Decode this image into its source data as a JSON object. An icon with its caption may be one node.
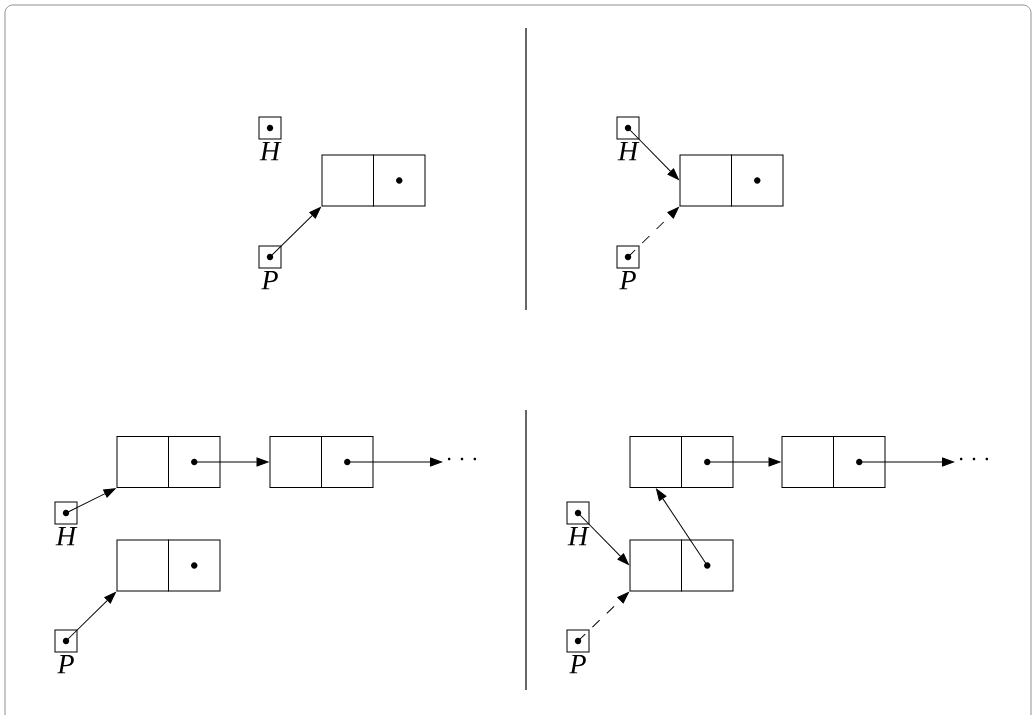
{
  "diagram": {
    "nodes": [
      {
        "text": [],
        "shape": "box",
        "beside": [
          "H"
        ]
      },
      {
        "text": [],
        "shape": "box"
      },
      {
        "text": [],
        "shape": "box",
        "beside": [
          "P"
        ]
      },
      {
        "text": [],
        "shape": "box",
        "beside": [
          "H"
        ]
      },
      {
        "text": [],
        "shape": "box"
      },
      {
        "text": [],
        "shape": "box",
        "beside": [
          "P"
        ]
      },
      {
        "text": [],
        "shape": "box"
      },
      {
        "text": [],
        "shape": "box"
      },
      {
        "text": [
          "· · ·"
        ]
      },
      {
        "text": [],
        "shape": "box",
        "beside": [
          "H"
        ]
      },
      {
        "text": [],
        "shape": "box"
      },
      {
        "text": [],
        "shape": "box",
        "beside": [
          "P"
        ]
      },
      {
        "text": [],
        "shape": "box"
      },
      {
        "text": [],
        "shape": "box"
      },
      {
        "text": [
          "· · ·"
        ]
      },
      {
        "text": [],
        "shape": "box",
        "beside": [
          "H"
        ]
      },
      {
        "text": [],
        "shape": "box"
      },
      {
        "text": [],
        "shape": "box",
        "beside": [
          "P"
        ]
      }
    ],
    "edges": [
      {
        "from": 2,
        "to": 1,
        "arrow": "to"
      },
      {
        "from": 3,
        "to": 4,
        "arrow": "to"
      },
      {
        "from": 5,
        "to": 4,
        "arrow": "to",
        "style": "dashed"
      },
      {
        "from": 6,
        "to": 7,
        "arrow": "to"
      },
      {
        "from": 7,
        "to": 8,
        "arrow": "to"
      },
      {
        "from": 9,
        "to": 6,
        "arrow": "to"
      },
      {
        "from": 11,
        "to": 10,
        "arrow": "to"
      },
      {
        "from": 12,
        "to": 13,
        "arrow": "to"
      },
      {
        "from": 13,
        "to": 14,
        "arrow": "to"
      },
      {
        "from": 15,
        "to": 16,
        "arrow": "to"
      },
      {
        "from": 16,
        "to": 12,
        "arrow": "to"
      },
      {
        "from": 17,
        "to": 16,
        "arrow": "to",
        "style": "dashed"
      }
    ]
  }
}
